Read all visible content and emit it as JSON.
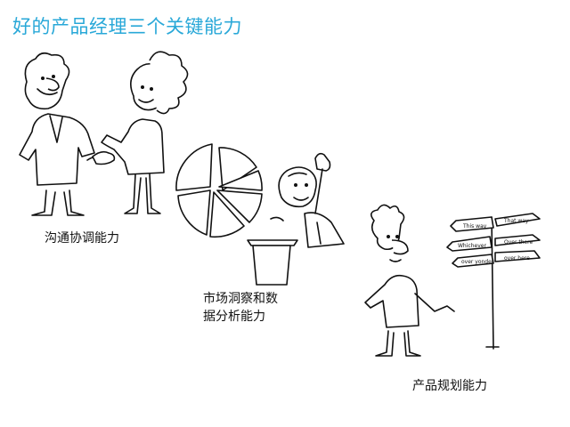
{
  "slide": {
    "title": "好的产品经理三个关键能力",
    "accent_color": "#29a8d8"
  },
  "abilities": [
    {
      "label": "沟通协调能力",
      "illustration": "handshake-cartoon"
    },
    {
      "label_line1": "市场洞察和数",
      "label_line2": "据分析能力",
      "illustration": "presenter-with-pie-chart-cartoon"
    },
    {
      "label": "产品规划能力",
      "illustration": "signpost-cartoon"
    }
  ],
  "signpost": {
    "signs": [
      "This way",
      "That way",
      "Over there",
      "Whichever",
      "over yonder",
      "over here"
    ]
  }
}
